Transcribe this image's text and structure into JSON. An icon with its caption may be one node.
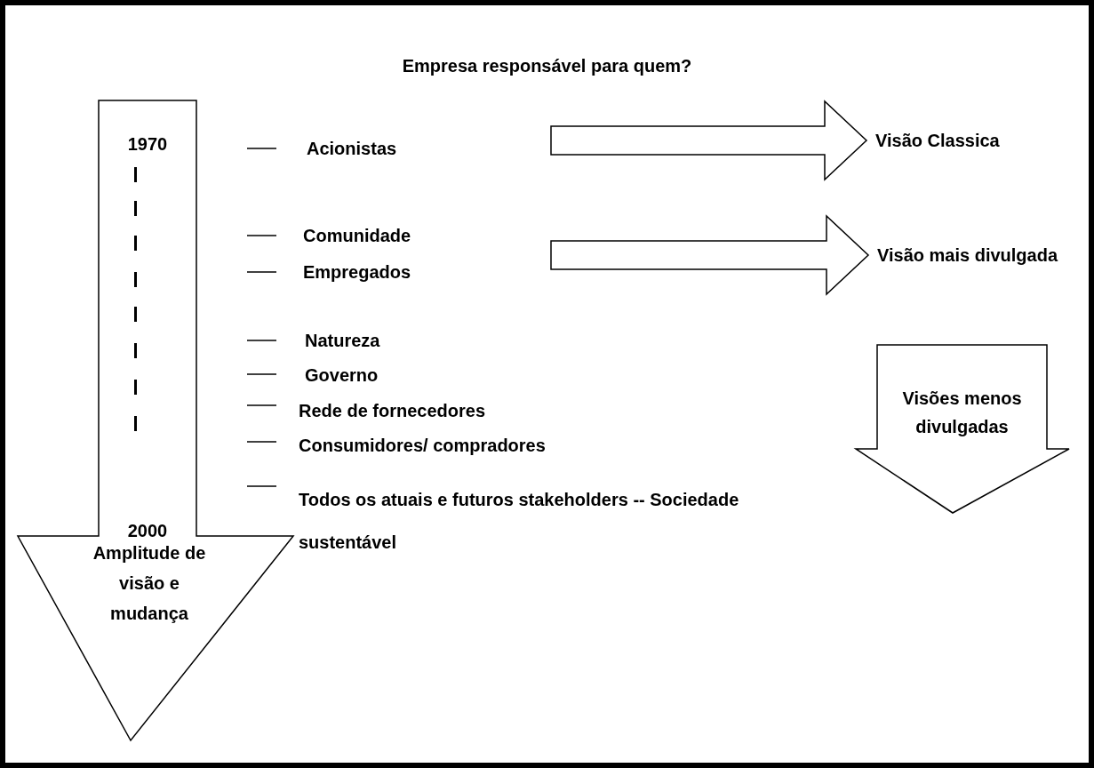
{
  "diagram": {
    "title": "Empresa responsável para quem?",
    "nodes": [
      {
        "text": [
          "1970",
          "2000",
          "Amplitude de visão e mudança"
        ]
      },
      {
        "text": [
          "Acionistas"
        ]
      },
      {
        "text": [
          "Visão Classica"
        ]
      },
      {
        "text": [
          "Comunidade"
        ]
      },
      {
        "text": [
          "Empregados"
        ]
      },
      {
        "text": [
          "Visão mais divulgada"
        ]
      },
      {
        "text": [
          "Visões menos divulgadas"
        ]
      }
    ],
    "edges": [
      {
        "from": 1,
        "to": 2,
        "arrow": "to"
      },
      {
        "from": 3,
        "to": 5,
        "arrow": "to"
      },
      {
        "from": 4,
        "to": 5,
        "arrow": "to"
      }
    ],
    "labels": [
      "Natureza",
      "Governo",
      "Rede de fornecedores",
      "Consumidores/ compradores",
      "Todos os atuais e futuros stakeholders -- Sociedade sustentável"
    ]
  }
}
